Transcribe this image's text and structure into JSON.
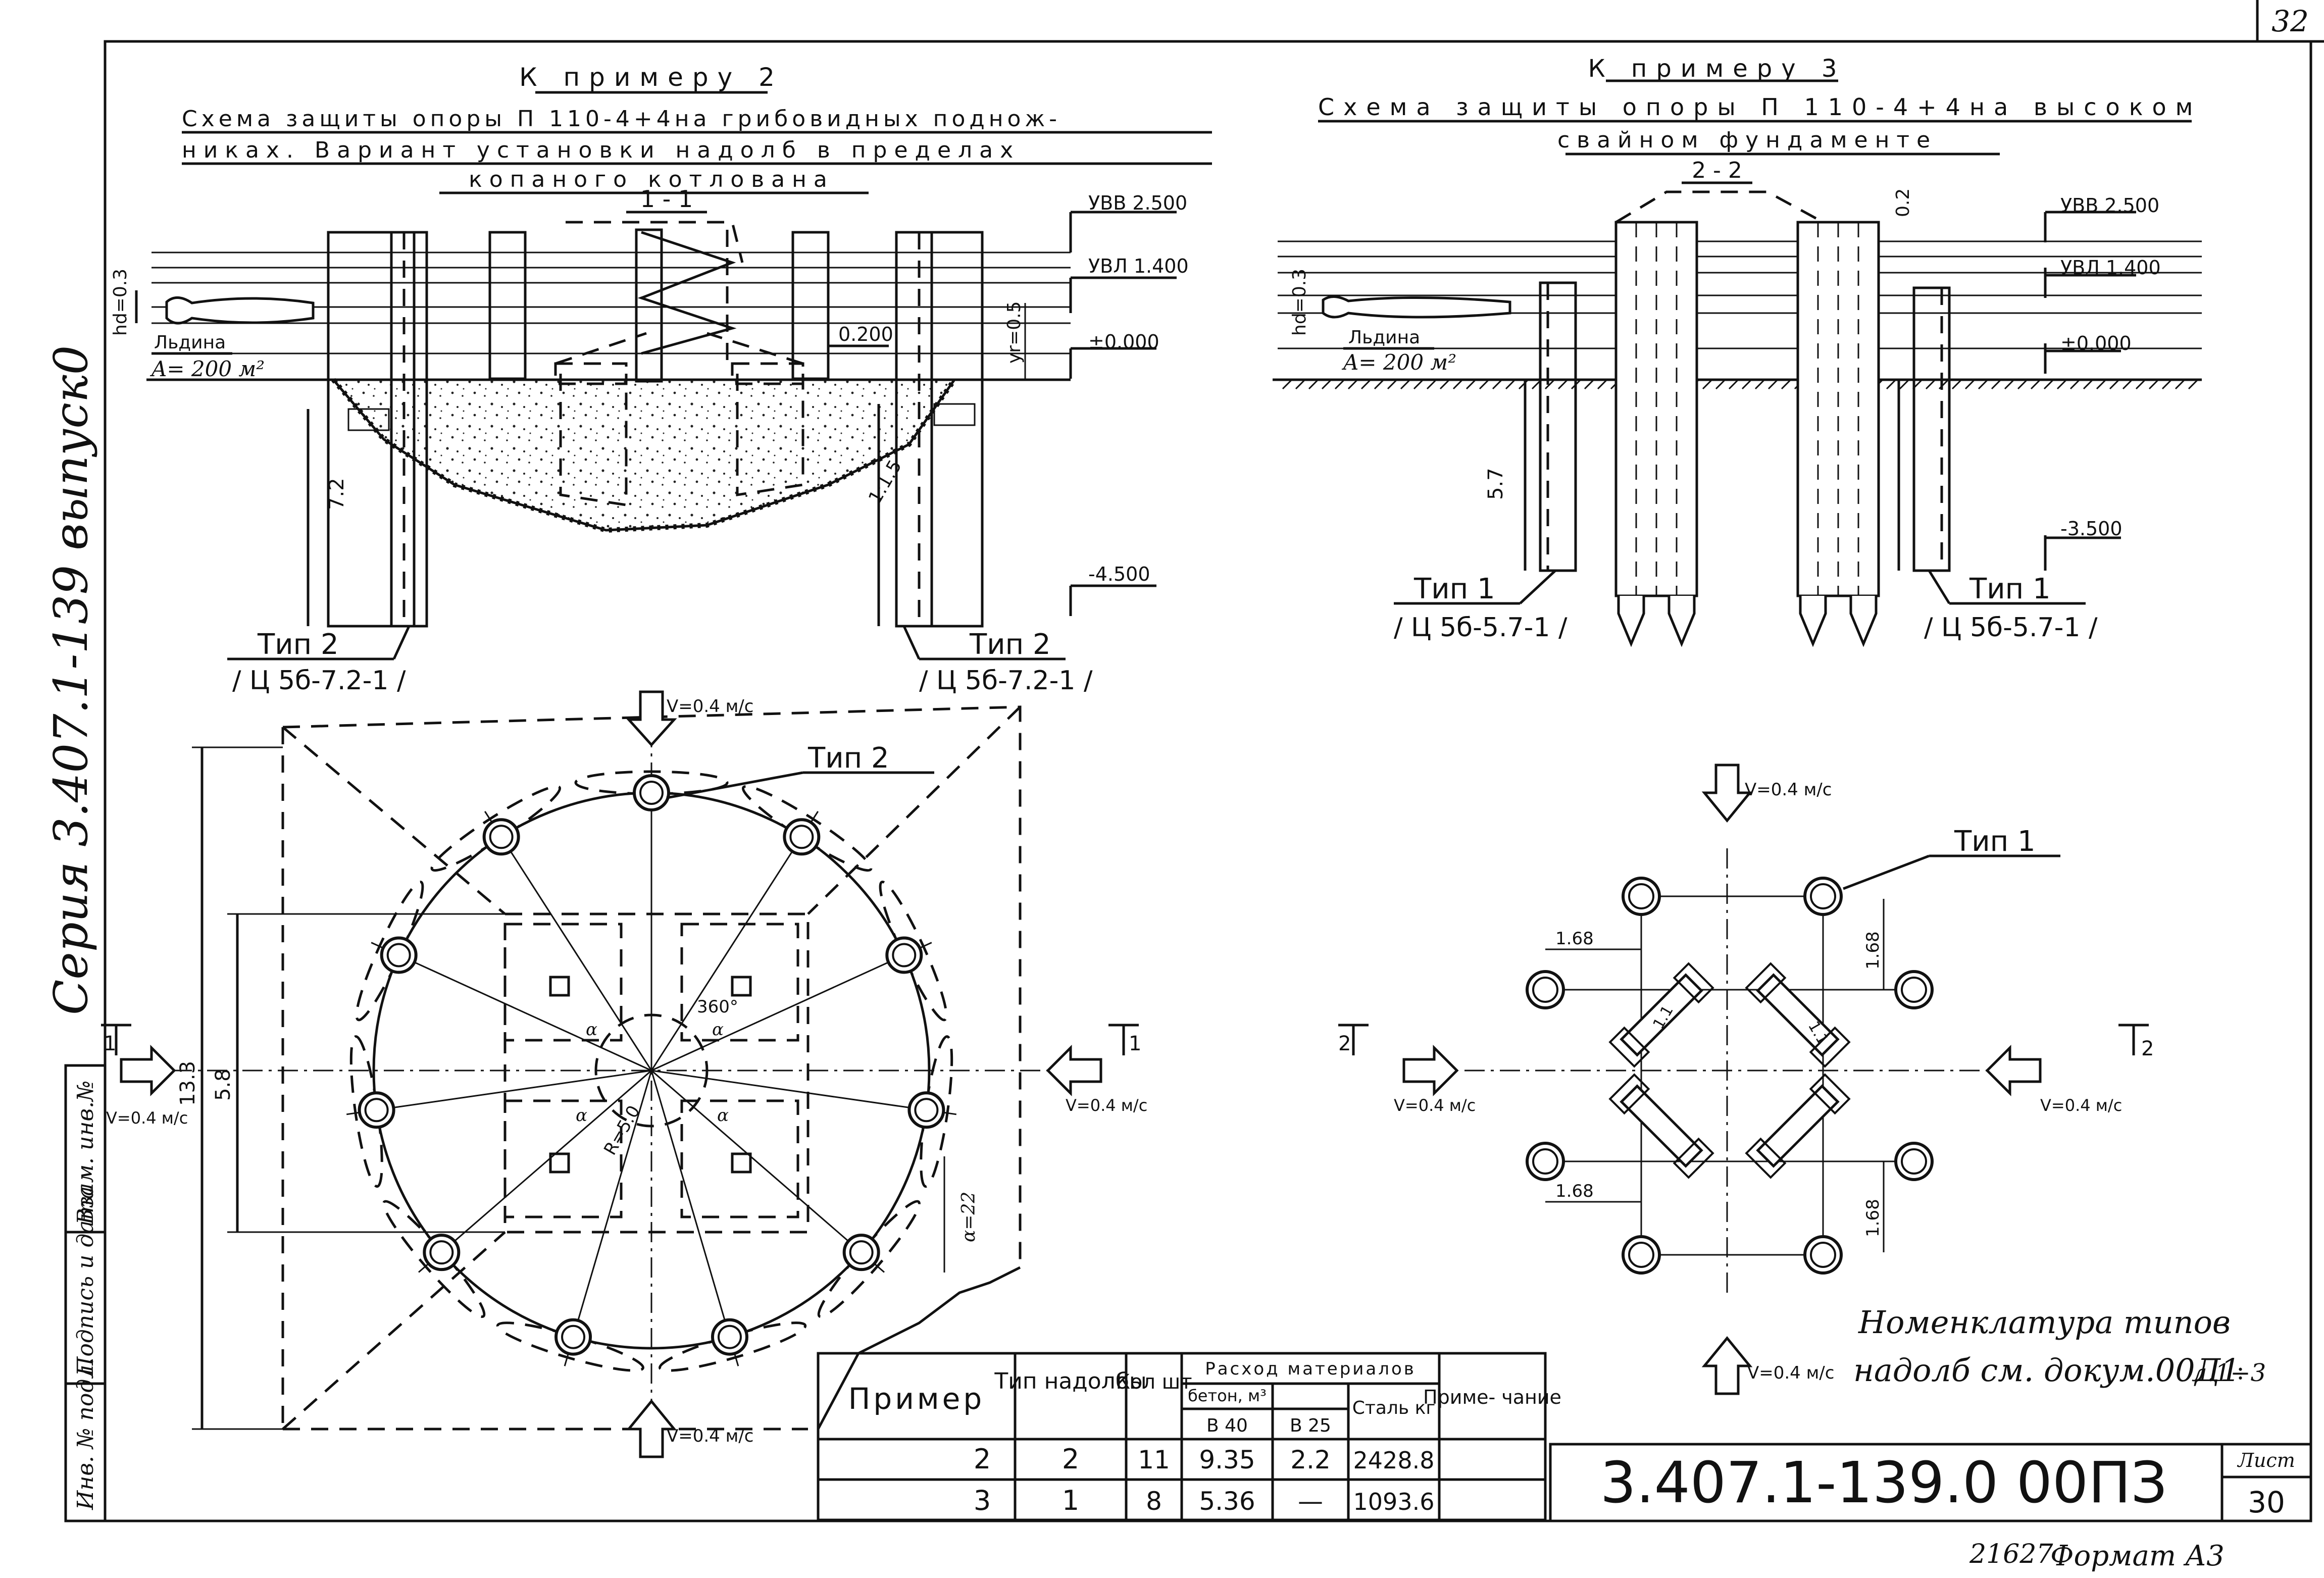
{
  "sheet_corner_number": "32",
  "side_stamp": {
    "series": "Серия 3.407.1-139 выпуск0",
    "col_inv_orig": "Инв. № подл.",
    "col_sign_date": "Подпись и дата",
    "col_inv_replace": "Взам. инв.№"
  },
  "example2": {
    "heading": "К примеру 2",
    "title_lines": [
      "Схема защиты опоры П 110-4+4на грибовидных поднож-",
      "никах. Вариант установки надолб в пределах",
      "копаного котлована"
    ],
    "section_label": "1 - 1",
    "levels": {
      "uvv": "УВВ 2.500",
      "uvl": "УВЛ 1.400",
      "l0200": "0.200",
      "l0000": "±0.000",
      "lminus": "-4.500"
    },
    "ice_hd": "hd=0.3",
    "ice_label": "Льдина",
    "ice_area": "A= 200 м²",
    "depth_label": "7.2",
    "yr_label": "yr=0.5",
    "slope_label": "1:1.5",
    "pile_type_left": "Тип 2",
    "pile_code_left": "/ Ц 5б-7.2-1 /",
    "pile_type_right": "Тип 2",
    "pile_code_right": "/ Ц 5б-7.2-1 /",
    "plan": {
      "flow_top": "V=0.4 м/с",
      "flow_left": "V=0.4 м/с",
      "flow_right": "V=0.4 м/с",
      "flow_bottom": "V=0.4 м/с",
      "type_label": "Тип 2",
      "dim_outer": "13.3",
      "dim_inner": "5.8",
      "radius": "R=5.0",
      "angle": "360°",
      "alpha": "α",
      "alpha_22": "α=22",
      "section_marker": "1"
    }
  },
  "example3": {
    "heading": "К примеру 3",
    "title_lines": [
      "Схема защиты опоры П 110-4+4на высоком",
      "свайном фундаменте"
    ],
    "section_label": "2 - 2",
    "gap_label": "0.2",
    "levels": {
      "uvv": "УВВ 2.500",
      "uvl": "УВЛ 1.400",
      "l0000": "±0.000",
      "lminus": "-3.500"
    },
    "ice_hd": "hd=0.3",
    "ice_label": "Льдина",
    "ice_area": "A= 200 м²",
    "depth_label": "5.7",
    "pile_type_left": "Тип 1",
    "pile_code_left": "/ Ц 5б-5.7-1 /",
    "pile_type_right": "Тип 1",
    "pile_code_right": "/ Ц 5б-5.7-1 /",
    "plan": {
      "flow_top": "V=0.4 м/с",
      "flow_left": "V=0.4 м/с",
      "flow_right": "V=0.4 м/с",
      "flow_bottom": "V=0.4 м/с",
      "type_label": "Тип 1",
      "dim_168": "1.68",
      "dim_11": "1.1",
      "section_marker": "2"
    }
  },
  "note": {
    "line1": "Номенклатура типов",
    "line2": "надолб см. докум.00Д1",
    "line3": "л.1÷3"
  },
  "table": {
    "headers": {
      "example": "Пример",
      "type": "Тип надолбы",
      "qty": "Кол шт",
      "materials": "Расход материалов",
      "concrete": "бетон, м³",
      "b40": "В 40",
      "b25": "В 25",
      "steel": "Сталь кг",
      "note": "Приме- чание"
    },
    "rows": [
      {
        "example": "2",
        "type": "2",
        "qty": "11",
        "b40": "9.35",
        "b25": "2.2",
        "steel": "2428.8",
        "note": ""
      },
      {
        "example": "3",
        "type": "1",
        "qty": "8",
        "b40": "5.36",
        "b25": "—",
        "steel": "1093.6",
        "note": ""
      }
    ]
  },
  "title_block": {
    "doc_code": "3.407.1-139.0 00ПЗ",
    "sheet_label": "Лист",
    "sheet_number": "30"
  },
  "footer": {
    "number": "21627",
    "format": "Формат А3"
  }
}
